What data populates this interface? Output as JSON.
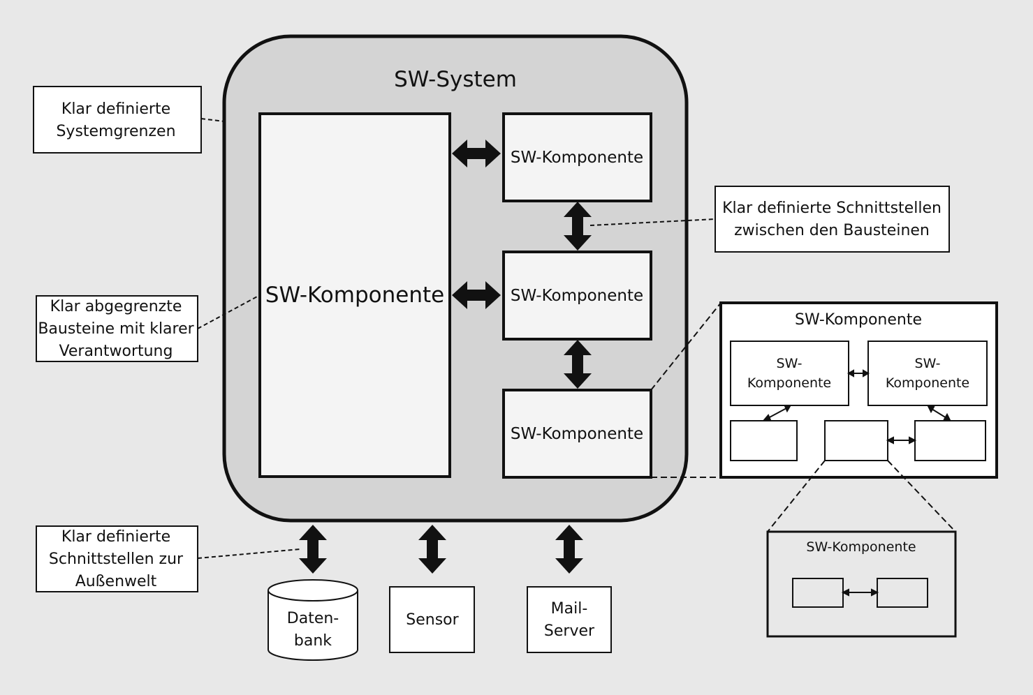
{
  "system": {
    "title": "SW-System",
    "main_component": "SW-Komponente",
    "component_1": "SW-Komponente",
    "component_2": "SW-Komponente",
    "component_3": "SW-Komponente"
  },
  "annotations": {
    "system_boundaries": [
      "Klar definierte",
      "Systemgrenzen"
    ],
    "bounded_blocks": [
      "Klar abgegrenzte",
      "Bausteine mit klarer",
      "Verantwortung"
    ],
    "external_interfaces": [
      "Klar definierte",
      "Schnittstellen zur",
      "Außenwelt"
    ],
    "internal_interfaces": [
      "Klar definierte Schnittstellen",
      "zwischen den Bausteinen"
    ]
  },
  "externals": {
    "database": [
      "Daten-",
      "bank"
    ],
    "sensor": "Sensor",
    "mail_server": [
      "Mail-",
      "Server"
    ]
  },
  "detail_1": {
    "title": "SW-Komponente",
    "sub_a": [
      "SW-",
      "Komponente"
    ],
    "sub_b": [
      "SW-",
      "Komponente"
    ]
  },
  "detail_2": {
    "title": "SW-Komponente"
  }
}
